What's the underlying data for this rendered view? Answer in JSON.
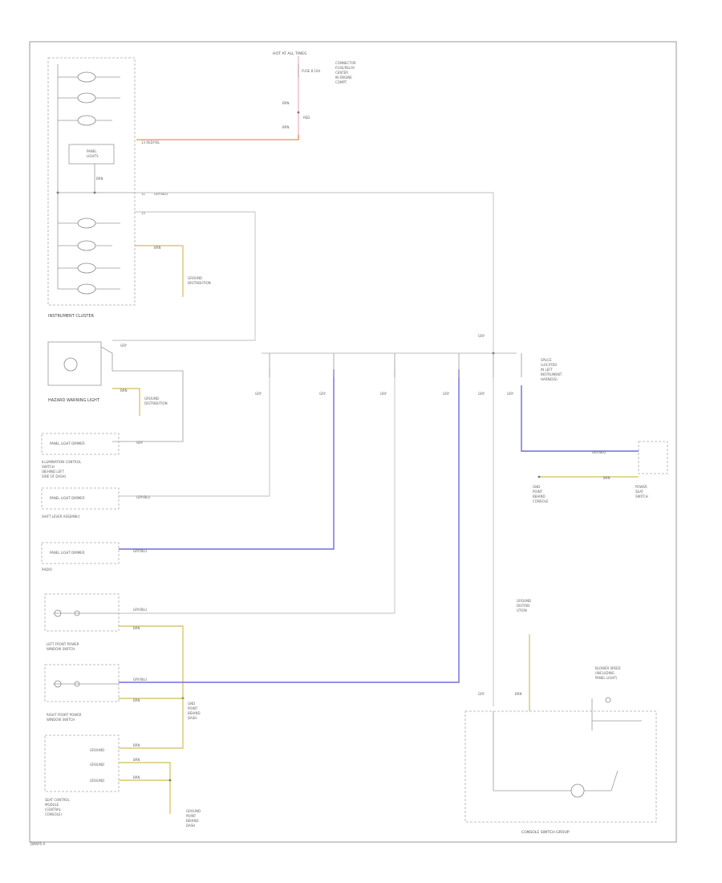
{
  "diagram": {
    "footer_code": "DMAP5-A",
    "fuse": {
      "label": "HOT AT ALL TIMES",
      "fuse_name": "FUSE 8 10A",
      "box_label": [
        "CONNECTOR",
        "FUSE/RELAY",
        "CENTER",
        "IN ENGINE",
        "COMPT"
      ],
      "wire_codes": [
        "BRN",
        "RED",
        "BRN"
      ],
      "feed_label": "13  RED/YEL"
    },
    "instrument_cluster": {
      "label": "INSTRUMENT CLUSTER",
      "dim_label": [
        "PANEL",
        "LIGHTS"
      ],
      "feed_pin": "11",
      "feed_wire": "GRY/BLU",
      "pin_15": "15",
      "gnd_wire_top": "BRN",
      "gnd_wire": "BRN",
      "gnd_ref": [
        "GROUND",
        "DISTRIBUTION"
      ]
    },
    "hazard": {
      "label": "HAZARD WARNING LIGHT",
      "wire_a": "GRY",
      "wire_b": "BRN",
      "gnd_ref": [
        "GROUND",
        "DISTRIBUTION"
      ]
    },
    "illumination": {
      "label": [
        "ILLUMINATION CONTROL",
        "SWITCH",
        "(BEHIND LEFT",
        "SIDE OF DASH)"
      ],
      "ctrl_label": "PANEL LIGHT DIMMER",
      "wire": "GRY"
    },
    "shift_lever": {
      "label": "SHIFT LEVER ASSEMBLY",
      "ctrl_label": "PANEL LIGHT DIMMER",
      "wire": "GRY/BLU"
    },
    "radio": {
      "label": "RADIO",
      "ctrl_label": "PANEL LIGHT DIMMER",
      "wire": "GRY/BLU"
    },
    "left_window": {
      "label": [
        "LEFT FRONT POWER",
        "WINDOW SWITCH"
      ],
      "wire_a": "GRY/BLU",
      "wire_b": "BRN"
    },
    "right_window": {
      "label": [
        "RIGHT FRONT POWER",
        "WINDOW SWITCH"
      ],
      "wire_a": "GRY/BLU",
      "wire_b": "BRN",
      "gnd_ref": [
        "GND",
        "POINT",
        "BEHIND",
        "DASH"
      ]
    },
    "seat_control": {
      "label": [
        "SEAT CONTROL",
        "MODULE",
        "(CENTRAL",
        "CONSOLE)"
      ],
      "grounds": [
        "GROUND",
        "GROUND",
        "GROUND"
      ],
      "wires": [
        "BRN",
        "BRN",
        "BRN"
      ],
      "gnd_ref": [
        "GROUND",
        "POINT",
        "BEHIND",
        "DASH"
      ]
    },
    "splice": {
      "label": [
        "SPLICE",
        "(LOCATED",
        "IN LEFT",
        "INSTRUMENT",
        "HARNESS)"
      ],
      "top_wire": "GRY",
      "branch_wires": [
        "GRY",
        "GRY",
        "GRY",
        "GRY",
        "GRY",
        "GRY"
      ]
    },
    "power_seat": {
      "label": [
        "POWER",
        "SEAT",
        "SWITCH"
      ],
      "wire_a": "GRY/BLU",
      "wire_b": "BRN",
      "gnd_ref": [
        "GND",
        "POINT",
        "BEHIND",
        "CONSOLE"
      ]
    },
    "console_switch": {
      "label": "CONSOLE SWITCH GROUP",
      "sub_label": [
        "BLOWER SPEED",
        "(INCLUDING",
        "PANEL LIGHT)"
      ],
      "wire": "BRN",
      "feed_wire": "GRY",
      "gnd_ref": [
        "GROUND",
        "DISTRIB",
        "UTION"
      ]
    }
  }
}
